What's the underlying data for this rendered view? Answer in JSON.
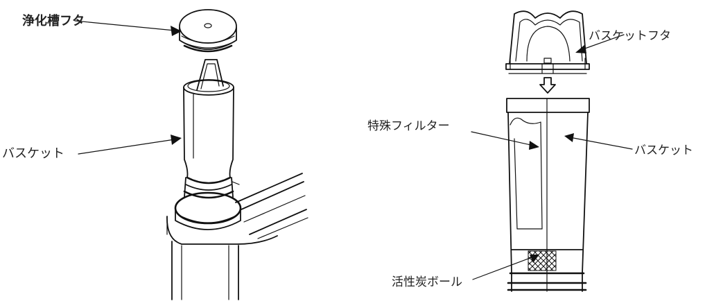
{
  "left_figure": {
    "labels": {
      "lid": "浄化槽フタ",
      "basket": "バスケット"
    }
  },
  "right_figure": {
    "labels": {
      "basket_lid": "バスケットフタ",
      "special_filter": "特殊フィルター",
      "basket": "バスケット",
      "activated_carbon_ball": "活性炭ボール"
    }
  },
  "colors": {
    "line": "#111111",
    "text": "#222222",
    "background": "#ffffff"
  }
}
